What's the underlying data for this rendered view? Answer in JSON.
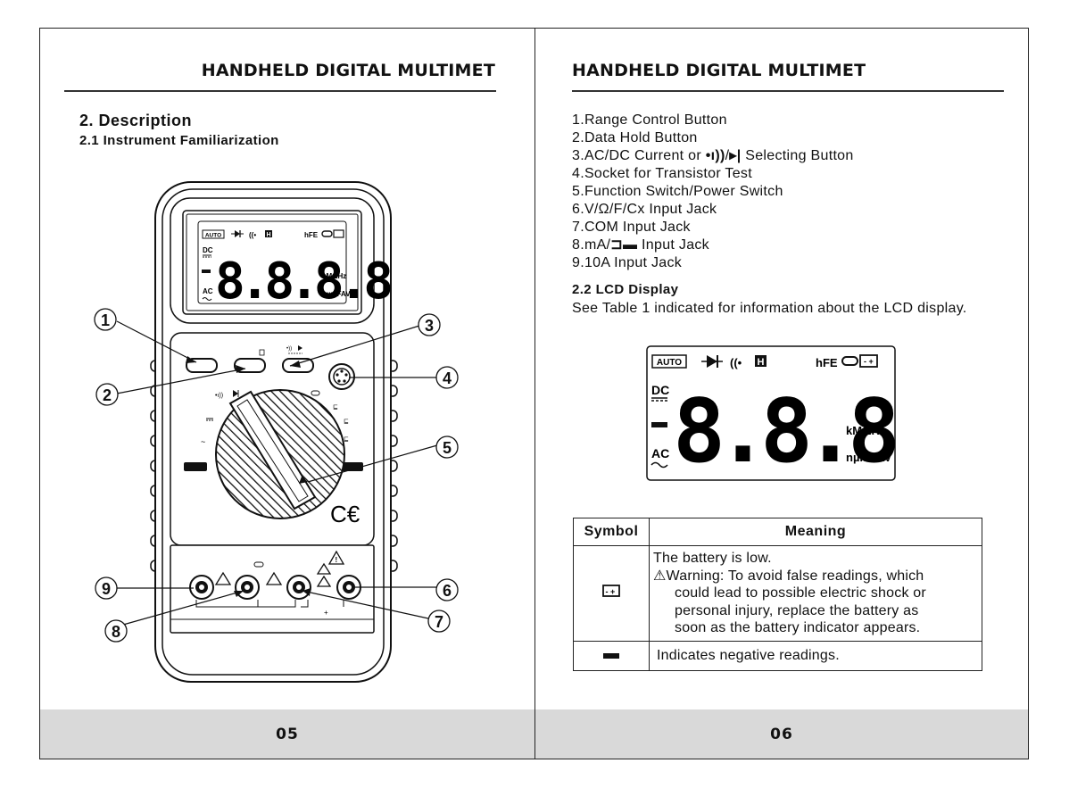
{
  "left_page": {
    "header": "HANDHELD DIGITAL MULTIMET",
    "section_title": "2. Description",
    "subsection_title": "2.1 Instrument Familiarization",
    "page_number": "05",
    "lcd": {
      "auto": "AUTO",
      "h": "H",
      "hfe": "hFE",
      "dc": "DC",
      "ac": "AC",
      "digits": "8.8.8.8",
      "units_top": "kMΩHz",
      "units_bottom": "nµmFAV"
    },
    "callouts": [
      "1",
      "2",
      "3",
      "4",
      "5",
      "6",
      "7",
      "8",
      "9"
    ]
  },
  "right_page": {
    "header": "HANDHELD DIGITAL MULTIMET",
    "items": [
      "1.Range Control Button",
      "2.Data Hold Button",
      "3.AC/DC Current or ",
      "4.Socket for Transistor Test",
      "5.Function Switch/Power Switch",
      "6.V/Ω/F/Cx Input Jack",
      "7.COM Input Jack",
      "8.mA/",
      "9.10A Input Jack"
    ],
    "item3_sep": "/",
    "item3_tail": " Selecting Button",
    "item8_tail": " Input Jack",
    "lcd_title": "2.2 LCD Display",
    "lcd_text": "See Table 1 indicated for information about the LCD display.",
    "lcd": {
      "auto": "AUTO",
      "h": "H",
      "hfe": "hFE",
      "dc": "DC",
      "ac": "AC",
      "digits": "8.8.8.8",
      "units_top": "kMΩHz",
      "units_bottom": "nµmFAV"
    },
    "table": {
      "col_symbol": "Symbol",
      "col_meaning": "Meaning",
      "row1_line1": "The battery is low.",
      "row1_warning": "Warning: To avoid false readings, which",
      "row1_lines": [
        "could lead to possible electric shock or",
        "personal injury, replace the battery as",
        "soon as the battery indicator appears."
      ],
      "row2": "Indicates negative readings."
    },
    "page_number": "06"
  }
}
